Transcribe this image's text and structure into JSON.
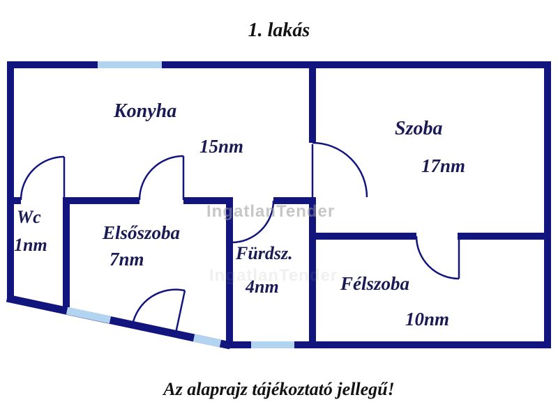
{
  "title": "1. lakás",
  "note": "Az alaprajz tájékoztató jellegű!",
  "watermark": "IngatlanTender",
  "rooms": {
    "konyha": {
      "name": "Konyha",
      "area": "15nm"
    },
    "szoba": {
      "name": "Szoba",
      "area": "17nm"
    },
    "wc": {
      "name": "Wc",
      "area": "1nm"
    },
    "elsoszoba": {
      "name": "Elsőszoba",
      "area": "7nm"
    },
    "furdoszoba": {
      "name": "Fürdsz.",
      "area": "4nm"
    },
    "felszoba": {
      "name": "Félszoba",
      "area": "10nm"
    }
  },
  "colors": {
    "wall": "#12157e",
    "window": "#b3d4f0",
    "room_text": "#1a1a55",
    "heading_text": "#121212",
    "watermark": "#999999"
  }
}
